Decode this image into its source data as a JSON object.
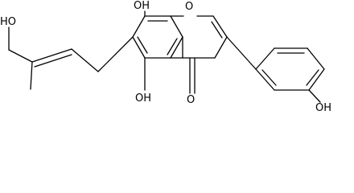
{
  "molecule": {
    "labels": {
      "oh_top": "OH",
      "ring_o": "O",
      "oh_left": "HO",
      "oh_bottom": "OH",
      "carbonyl_o": "O",
      "oh_right": "OH"
    },
    "colors": {
      "bond": "#000000",
      "text": "#000000",
      "background": "#ffffff"
    }
  }
}
